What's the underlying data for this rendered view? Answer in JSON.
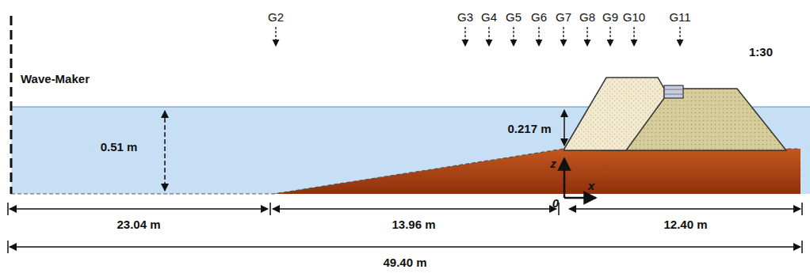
{
  "diagram": {
    "labels": [
      "G2",
      "G3",
      "G4",
      "G5",
      "G6",
      "G7",
      "G8",
      "G9",
      "G10",
      "G11",
      "Wave-Maker",
      "1:30",
      "0.51 m",
      "0.217 m",
      "z",
      "x",
      "0",
      "23.04 m",
      "13.96 m",
      "12.40 m",
      "49.40 m"
    ]
  }
}
